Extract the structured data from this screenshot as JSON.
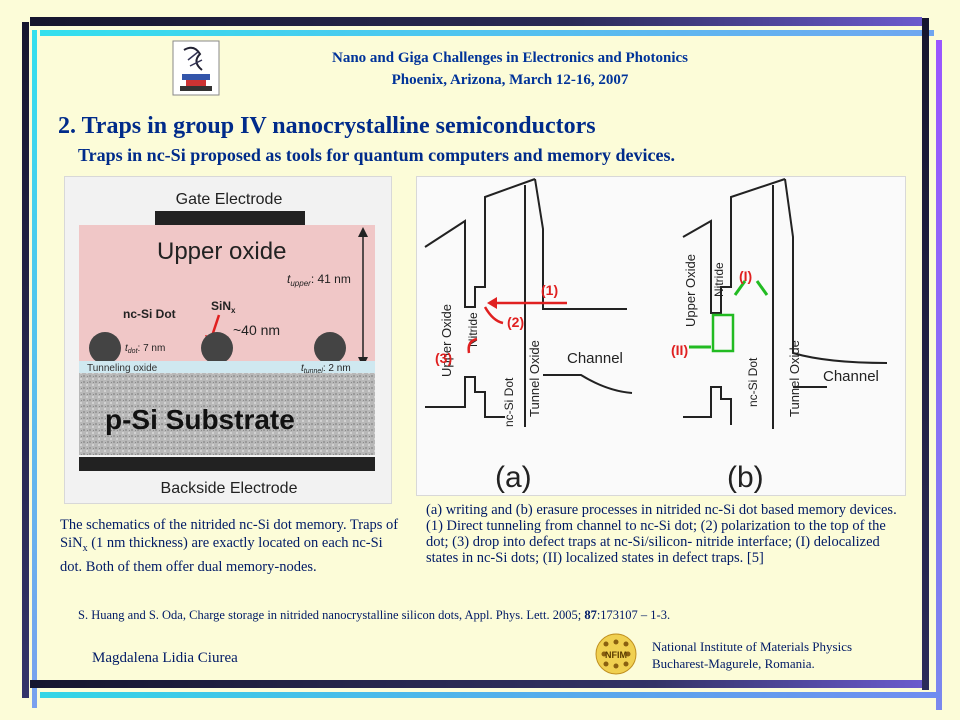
{
  "header": {
    "conference": "Nano and Giga Challenges in Electronics and Photonics",
    "location": "Phoenix, Arizona, March 12-16, 2007"
  },
  "slide": {
    "title": "2. Traps in group IV nanocrystalline semiconductors",
    "subtitle": "Traps in nc-Si proposed as tools for quantum computers and memory devices."
  },
  "left_figure": {
    "gate": "Gate Electrode",
    "upper_oxide": "Upper oxide",
    "t_upper": "t",
    "t_upper_sub": "upper",
    "t_upper_val": ": 41 nm",
    "nc_si_dot": "nc-Si Dot",
    "sin": "SiN",
    "sin_sub": "x",
    "spacing": "~40 nm",
    "t_dot": "t",
    "t_dot_sub": "dot",
    "t_dot_val": ": 7 nm",
    "tunneling_oxide": "Tunneling oxide",
    "t_tunnel": "t",
    "t_tunnel_sub": "tunnel",
    "t_tunnel_val": ": 2 nm",
    "substrate": "p-Si Substrate",
    "backside": "Backside Electrode"
  },
  "right_figure": {
    "upper_oxide": "Upper Oxide",
    "nitride": "Nitride",
    "nc_si_dot": "nc-Si Dot",
    "tunnel_oxide": "Tunnel Oxide",
    "channel": "Channel",
    "label_1": "(1)",
    "label_2": "(2)",
    "label_3": "(3)",
    "label_I": "(I)",
    "label_II": "(II)",
    "panel_a": "(a)",
    "panel_b": "(b)"
  },
  "captions": {
    "left": {
      "pre": "The schematics of the nitrided nc-Si dot memory. Traps of SiN",
      "sub": "x",
      "post": " (1 nm thickness) are exactly located on each nc-Si dot. Both of them offer dual memory-nodes."
    },
    "right": "(a) writing and (b) erasure processes in nitrided nc-Si dot based memory devices. (1) Direct tunneling from channel to nc-Si dot; (2) polarization to the top of the dot; (3) drop into defect traps at nc-Si/silicon- nitride interface; (I) delocalized states in nc-Si dots; (II) localized states in defect traps. [5]"
  },
  "reference": {
    "pre": "S. Huang and S. Oda, Charge storage in nitrided nanocrystalline silicon dots, Appl. Phys. Lett. 2005; ",
    "bold": "87",
    "post": ":173107 – 1-3."
  },
  "footer": {
    "author": "Magdalena Lidia Ciurea",
    "institute": "National Institute of Materials Physics",
    "location": "Bucharest-Magurele, Romania.",
    "logo_text": "NFIM"
  },
  "colors": {
    "text": "#002b8a",
    "background": "#fcfcd8",
    "bar_dark": "#1c1c3c",
    "bar_cyan": "#33d6e6",
    "bar_blue": "#6688ee",
    "annotation_red": "#e02020",
    "annotation_green": "#22bb22"
  }
}
